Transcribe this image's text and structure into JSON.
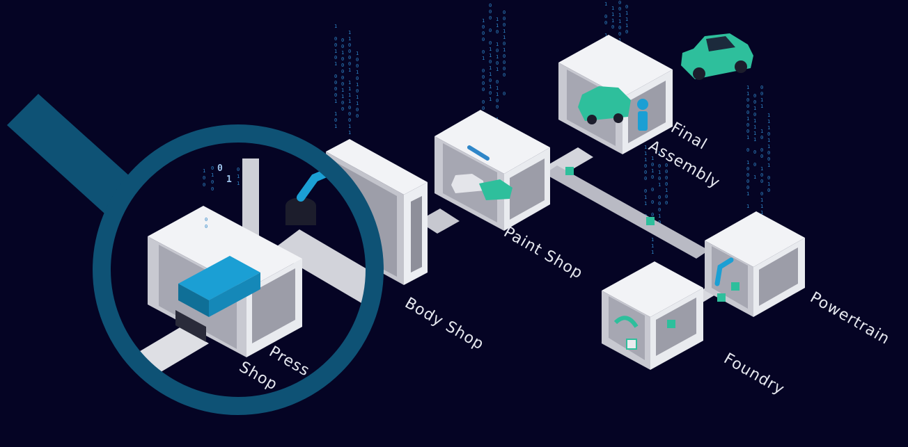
{
  "stations": {
    "press_shop": {
      "line1": "Press",
      "line2": "Shop"
    },
    "body_shop": "Body Shop",
    "paint_shop": "Paint Shop",
    "final_assembly": {
      "line1": "Final",
      "line2": "Assembly"
    },
    "foundry": "Foundry",
    "powertrain": "Powertrain"
  },
  "binary_highlight": [
    "0",
    "1"
  ],
  "colors": {
    "background": "#050424",
    "magnifier": "#0e5275",
    "accent_teal": "#2ebf9c",
    "accent_blue": "#1b9fd4",
    "box_frame": "#f2f3f6",
    "box_inner": "#b6b7c1",
    "binary": "#2f86c8"
  },
  "icons": [
    "magnifying-glass-icon",
    "car-icon",
    "robot-arm-icon",
    "conveyor-icon"
  ]
}
